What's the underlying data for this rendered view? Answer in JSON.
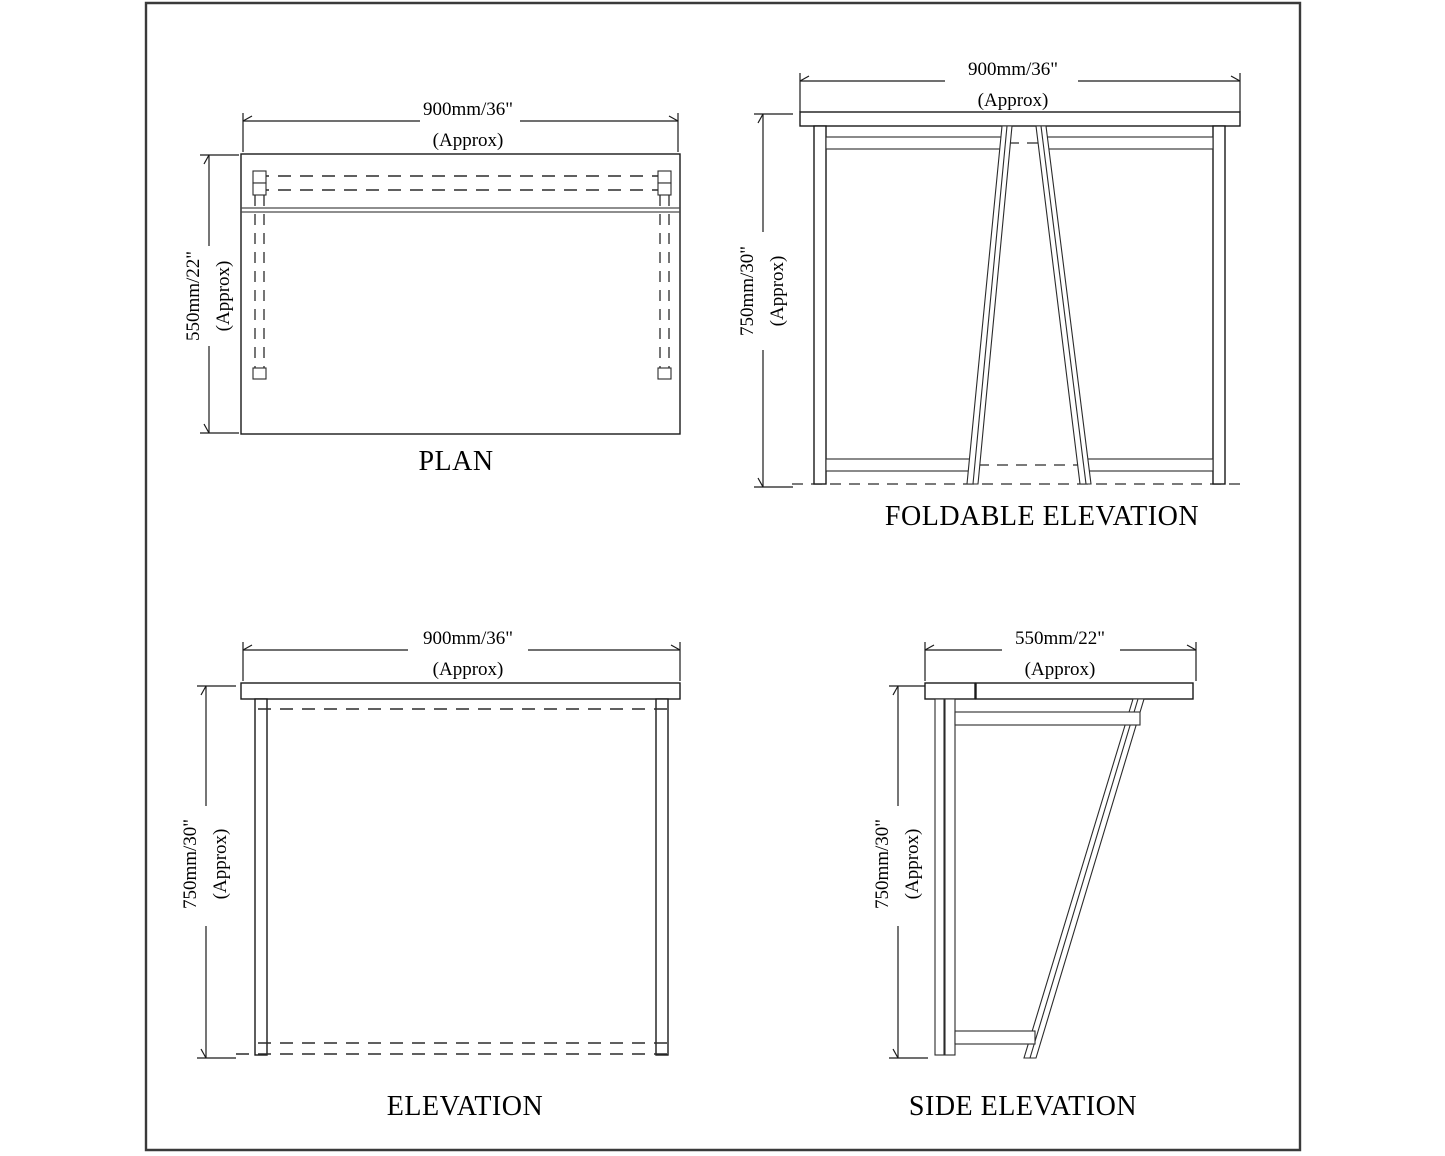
{
  "drawing": {
    "kind": "furniture-technical-drawing",
    "subject": "Foldable Study Table",
    "line_color": "#1a1a1a",
    "background_color": "#ffffff",
    "frame_color": "#3a3a3a"
  },
  "views": [
    {
      "id": "plan",
      "title": "PLAN",
      "width_dim": {
        "value": "900mm/36\"",
        "note": "(Approx)"
      },
      "height_dim": {
        "value": "550mm/22\"",
        "note": "(Approx)"
      }
    },
    {
      "id": "foldable-elevation",
      "title": "FOLDABLE ELEVATION",
      "width_dim": {
        "value": "900mm/36\"",
        "note": "(Approx)"
      },
      "height_dim": {
        "value": "750mm/30\"",
        "note": "(Approx)"
      }
    },
    {
      "id": "elevation",
      "title": "ELEVATION",
      "width_dim": {
        "value": "900mm/36\"",
        "note": "(Approx)"
      },
      "height_dim": {
        "value": "750mm/30\"",
        "note": "(Approx)"
      }
    },
    {
      "id": "side-elevation",
      "title": "SIDE ELEVATION",
      "width_dim": {
        "value": "550mm/22\"",
        "note": "(Approx)"
      },
      "height_dim": {
        "value": "750mm/30\"",
        "note": "(Approx)"
      }
    }
  ]
}
